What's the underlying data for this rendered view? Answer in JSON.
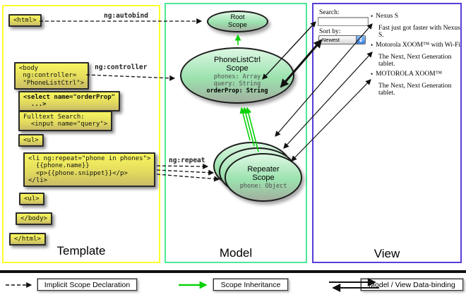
{
  "colors": {
    "template_border": "#ffff2e",
    "model_border": "#4fe896",
    "view_border": "#5a3cd8",
    "box_yellow": "#f0ef5f",
    "scope_green": "#9be2ae",
    "inheritance_arrow": "#0ad10a",
    "binding_arrow": "#111111"
  },
  "template_panel": {
    "label": "Template",
    "boxes": {
      "html_open": "<html>",
      "body_open": "<body\n ng:controller=\n \"PhoneListCtrl\">",
      "select": "<select name=\"orderProp\"\n  ...>",
      "fulltext": "Fulltext Search:\n  <input name=\"query\">",
      "ul_open": "<ul>",
      "li_repeat": "<li ng:repeat=\"phone in phones\">\n  {{phone.name}}\n  <p>{{phone.snippet}}</p>\n</li>",
      "ul_close": "<ul>",
      "body_close": "</body>",
      "html_close": "</html>"
    },
    "directives": {
      "autobind": "ng:autobind",
      "controller": "ng:controller",
      "repeat": "ng:repeat"
    }
  },
  "model_panel": {
    "label": "Model",
    "root_scope": {
      "title": "Root\nScope"
    },
    "phonelist_scope": {
      "title": "PhoneListCtrl\nScope",
      "props": [
        "phones: Array",
        "query: String",
        "orderProp: String"
      ]
    },
    "repeater_scope": {
      "title": "Repeater\nScope",
      "prop": "phone: Object"
    }
  },
  "view_panel": {
    "label": "View",
    "search_label": "Search:",
    "search_value": "",
    "sort_label": "Sort by:",
    "sort_value": "Newest",
    "products": [
      {
        "name": "Nexus S",
        "desc": "Fast just got faster with Nexus S."
      },
      {
        "name": "Motorola XOOM™ with Wi-Fi",
        "desc": "The Next, Next Generation tablet."
      },
      {
        "name": "MOTOROLA XOOM™",
        "desc": "The Next, Next Generation tablet."
      }
    ]
  },
  "legend": {
    "implicit": "Implicit Scope Declaration",
    "inheritance": "Scope Inheritance",
    "binding": "Model / View Data-binding"
  }
}
